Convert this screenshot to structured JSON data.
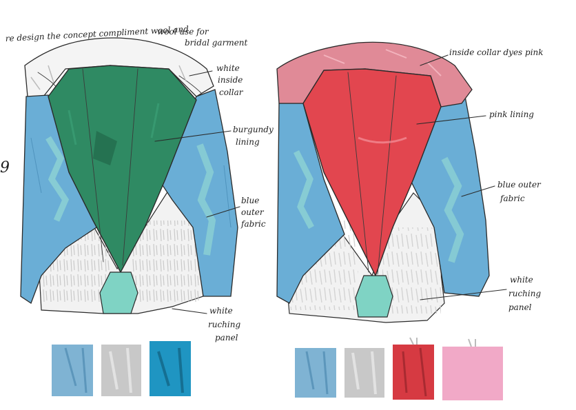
{
  "annotations": {
    "intro_line1": "re design the concept compliment wool and",
    "intro_line2": "wool use for",
    "intro_line3": "bridal garment",
    "white_inside_collar_1": "white",
    "white_inside_collar_2": "inside",
    "white_inside_collar_3": "collar",
    "burgundy_lining_1": "burgundy",
    "burgundy_lining_2": "lining",
    "blue_outer_left_1": "blue",
    "blue_outer_left_2": "outer",
    "blue_outer_left_3": "fabric",
    "white_ruching_left_1": "white",
    "white_ruching_left_2": "ruching",
    "white_ruching_left_3": "panel",
    "inside_collar_pink": "inside collar dyes pink",
    "pink_lining": "pink lining",
    "blue_outer_right_1": "blue outer",
    "blue_outer_right_2": "fabric",
    "white_ruching_right_1": "white",
    "white_ruching_right_2": "ruching",
    "white_ruching_right_3": "panel",
    "side_mark": "9"
  },
  "colors": {
    "blue_fabric": "#6aaed6",
    "blue_dark": "#4f93bd",
    "aqua_panel": "#7fd3c4",
    "green_lining": "#2f8a63",
    "green_dark": "#236c4c",
    "red_lining": "#e2464f",
    "pink_collar": "#e08a97",
    "white_panel": "#f3f3f3",
    "grey_hatch": "#bdbdbd",
    "swatch_blue": "#7fb3d3",
    "swatch_grey": "#c8c8c8",
    "swatch_teal": "#1f95c2",
    "swatch_red": "#d63a42",
    "swatch_pink": "#f1a9c7"
  },
  "swatches_left": [
    "blue-fabric-swatch",
    "grey-fabric-swatch",
    "teal-fabric-swatch"
  ],
  "swatches_right": [
    "blue-fabric-swatch",
    "grey-fabric-swatch",
    "red-fabric-swatch",
    "pink-fabric-swatch"
  ]
}
